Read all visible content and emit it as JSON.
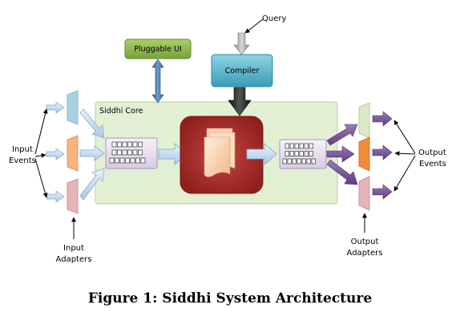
{
  "labels": {
    "query": "Query",
    "pluggable_ui": "Pluggable UI",
    "compiler": "Compiler",
    "siddhi_core": "Siddhi Core",
    "input_events_line1": "Input",
    "input_events_line2": "Events",
    "output_events_line1": "Output",
    "output_events_line2": "Events",
    "input_adapters_line1": "Input",
    "input_adapters_line2": "Adapters",
    "output_adapters_line1": "Output",
    "output_adapters_line2": "Adapters"
  },
  "caption": "Figure 1: Siddhi System Architecture",
  "colors": {
    "core_fill": "#e2efd2",
    "pluggable_ui": "#8db74e",
    "compiler": "#59b3c9",
    "processor": "#a52a25",
    "adapter_blue": "#a9d4e6",
    "adapter_orange": "#f5b27b",
    "adapter_pink": "#e6b3b6",
    "adapter_green": "#dceac6",
    "arrow_purple": "#7a5a97",
    "arrow_light_blue": "#bfd7ee"
  }
}
